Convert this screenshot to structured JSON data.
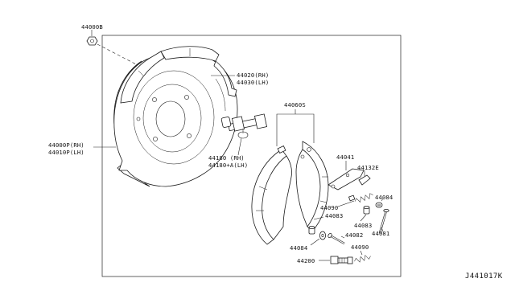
{
  "diagram": {
    "reference_code": "J441017K",
    "labels": {
      "p44000B": "44000B",
      "p44020": "44020(RH)",
      "p44030": "44030(LH)",
      "p44000P": "44000P(RH)",
      "p44010P": "44010P(LH)",
      "p44060S": "44060S",
      "p44180": "44180  (RH)",
      "p44180A": "44180+A(LH)",
      "p44041": "44041",
      "p44132E": "44132E",
      "p44090a": "44090",
      "p44084a": "44084",
      "p44083a": "44083",
      "p44083b": "44083",
      "p44081": "44081",
      "p44082": "44082",
      "p44084b": "44084",
      "p44090b": "44090",
      "p44200": "44200"
    }
  }
}
